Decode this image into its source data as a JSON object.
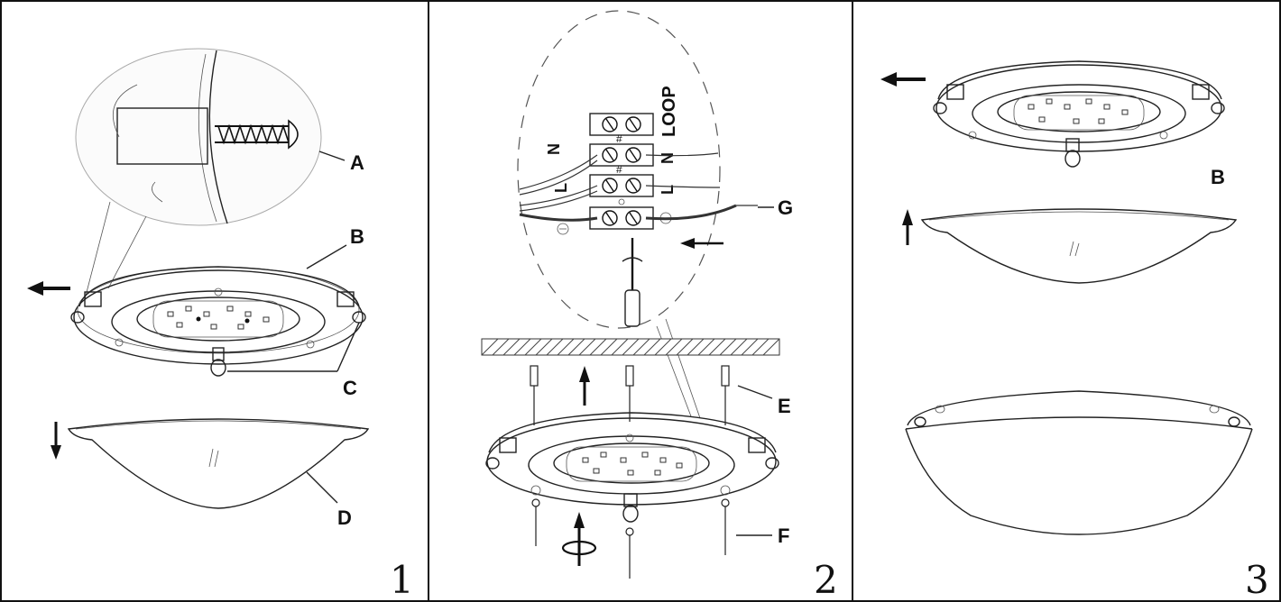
{
  "panels": [
    {
      "number": "1",
      "labels": {
        "a": "A",
        "b": "B",
        "c": "C",
        "d": "D"
      }
    },
    {
      "number": "2",
      "labels": {
        "e": "E",
        "f": "F",
        "g": "G"
      },
      "terminal": {
        "loop": "LOOP",
        "n_left": "N",
        "l_left": "L",
        "n_right": "N",
        "l_right": "L"
      }
    },
    {
      "number": "3",
      "labels": {
        "b": "B"
      }
    }
  ],
  "icons": [
    "arrow-left-icon",
    "arrow-up-icon",
    "arrow-down-icon",
    "rotate-icon",
    "screw-icon",
    "screwdriver-icon",
    "earth-ground-icon"
  ]
}
